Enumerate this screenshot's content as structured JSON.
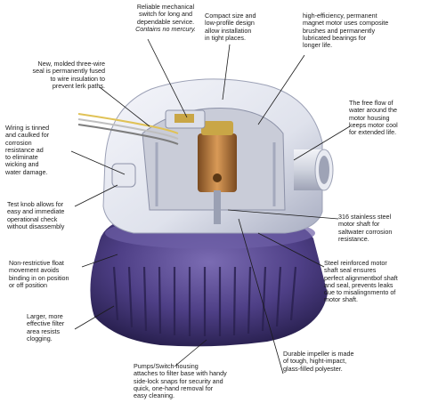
{
  "callouts": {
    "mech_switch": {
      "lines": [
        "Reliable mechanical",
        "switch for long and",
        "dependable service."
      ],
      "note": "Contains no mercury."
    },
    "compact": {
      "lines": [
        "Compact size and",
        "low-profile design",
        "allow installation",
        "in tight places."
      ]
    },
    "motor": {
      "lines": [
        "high-efficiency, permanent",
        "magnet motor uses composite",
        "brushes and permanently",
        "lubricated bearings for",
        "longer life."
      ]
    },
    "seal": {
      "lines": [
        "New, molded three-wire",
        "seal is permanently fused",
        "to wire insulation to",
        "prevent lerk paths."
      ]
    },
    "water_flow": {
      "lines": [
        "The free flow of",
        "water around the",
        "motor housing",
        "keeps motor cool",
        "for extended life."
      ]
    },
    "wiring": {
      "lines": [
        "Wiring is tinned",
        "and caulked for",
        "corrosion",
        "resistance ad",
        "to eliminate",
        "wicking and",
        "water damage."
      ]
    },
    "test_knob": {
      "lines": [
        "Test knob allows for",
        "easy and immediate",
        "operational check",
        "without disassembly"
      ]
    },
    "shaft": {
      "lines": [
        "316 stainless steel",
        "motor shaft for",
        "saltwater corrosion",
        "resistance."
      ]
    },
    "float": {
      "lines": [
        "Non-restrictive float",
        "movement avoids",
        "binding in on position",
        "or off position"
      ]
    },
    "shaft_seal": {
      "lines": [
        "Steel reinforced motor",
        "shaft seal ensures",
        "perfect alignmentbof shaft",
        "and seal, prevents leaks",
        "due to misalingnmento of",
        "motor shaft."
      ]
    },
    "filter": {
      "lines": [
        "Larger, more",
        "effective filter",
        "area resists",
        "clogging."
      ]
    },
    "impeller": {
      "lines": [
        "Durable impeller is made",
        "of tough, hight-impact,",
        "glass-filled polyester."
      ]
    },
    "housing": {
      "lines": [
        "Pumps/Switch housing",
        "attaches to filter base with handy",
        "side-lock snaps for security and",
        "quick, one-hand removal for",
        "easy cleaning."
      ]
    }
  },
  "colors": {
    "base_purple": "#4e3f86",
    "base_dark": "#2e2458",
    "housing_white": "#e8eaf2",
    "housing_shadow": "#aeb3c6",
    "copper": "#b8743a",
    "brass": "#c9a646",
    "leader_line": "#1a1a1a"
  }
}
